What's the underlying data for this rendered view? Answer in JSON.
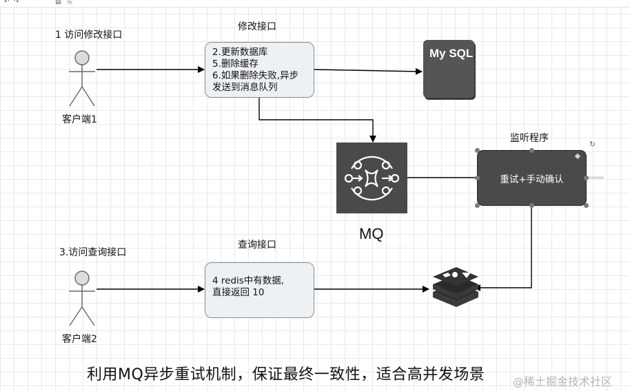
{
  "actors": {
    "client1": {
      "title": "1 访问修改接口",
      "name": "客户端1"
    },
    "client2": {
      "title": "3.访问查询接口",
      "name": "客户端2"
    }
  },
  "modify_api": {
    "title": "修改接口",
    "lines": [
      "2.更新数据库",
      "5.删除缓存",
      "6.如果删除失败,异步",
      "发送到消息队列"
    ]
  },
  "query_api": {
    "title": "查询接口",
    "lines": [
      "4 redis中有数据,",
      "直接返回 10"
    ]
  },
  "mysql": {
    "label": "My SQL"
  },
  "mq": {
    "label": "MQ"
  },
  "listener": {
    "title": "监听程序",
    "box_label": "重试+手动确认"
  },
  "caption": "利用MQ异步重试机制，保证最终一致性，适合高并发场景",
  "watermark": "@稀土掘金技术社区",
  "colors": {
    "dark_node": "#4a4a4a",
    "process_fill": "#eef1f4",
    "grid": "#e9e9e9"
  },
  "icons": [
    "user-actor-icon",
    "mysql-db-icon",
    "mq-queue-icon",
    "redis-stack-icon",
    "rotate-icon"
  ]
}
